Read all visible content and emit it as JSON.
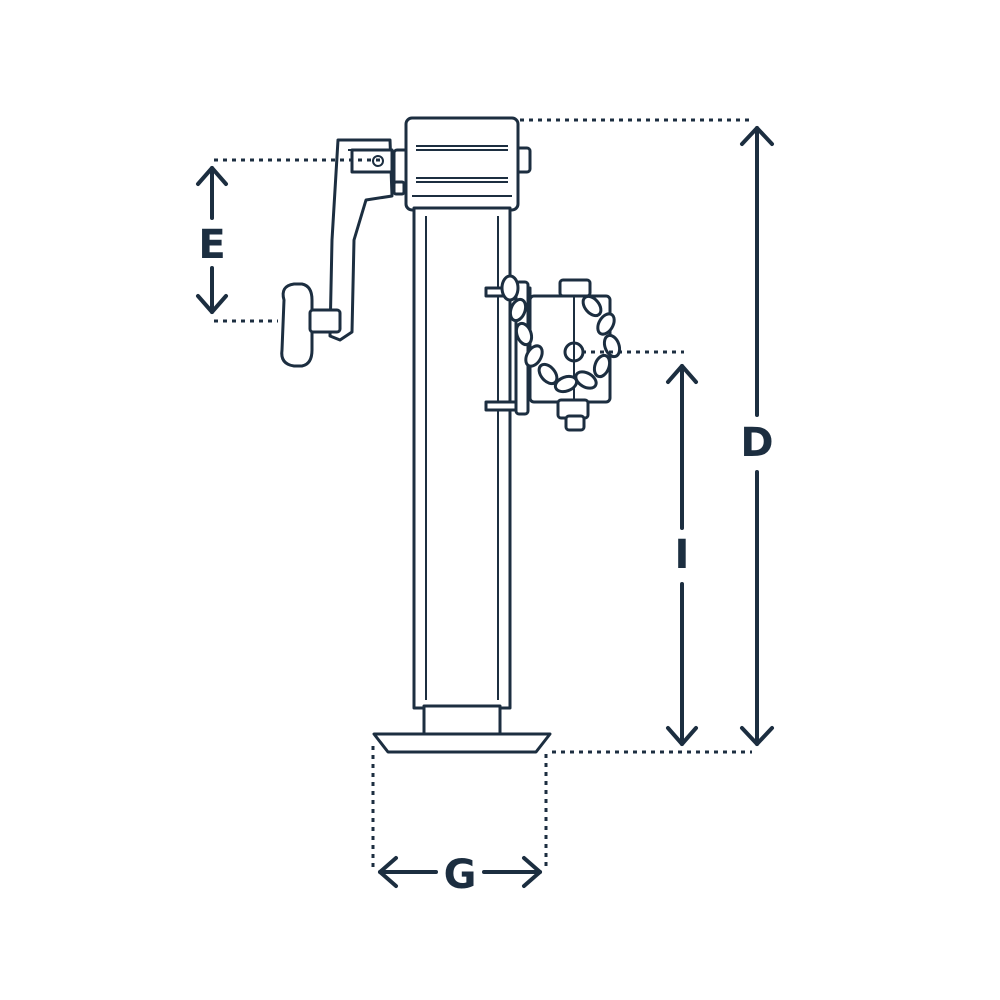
{
  "diagram": {
    "colors": {
      "ink": "#1c2e40",
      "background": "#ffffff"
    },
    "dimensions": [
      {
        "id": "D",
        "label": "D"
      },
      {
        "id": "E",
        "label": "E"
      },
      {
        "id": "I",
        "label": "I"
      },
      {
        "id": "G",
        "label": "G"
      }
    ]
  }
}
